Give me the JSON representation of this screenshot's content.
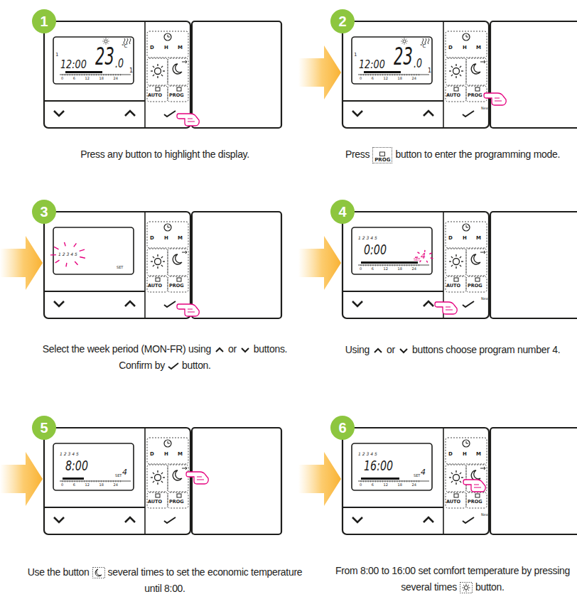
{
  "diagram": {
    "nodes": [
      {
        "text": [
          "1"
        ]
      },
      {
        "text": [
          "2"
        ]
      },
      {
        "text": [
          "3"
        ]
      },
      {
        "text": [
          "4"
        ]
      },
      {
        "text": [
          "5"
        ]
      },
      {
        "text": [
          "6"
        ]
      }
    ],
    "labels": [
      "1",
      "12:00",
      "23",
      ".0",
      "°C",
      "1",
      "0 6 12 18 24",
      "D",
      "H",
      "M",
      "AUTO",
      "PROG",
      "Press any button to highlight the display.",
      "1",
      "12:00",
      "23",
      ".0",
      "°C",
      "1",
      "0 6 12 18 24",
      "D",
      "H",
      "M",
      "AUTO",
      "PROG",
      "Next",
      "Press",
      "PROG",
      "button to enter the programming mode.",
      "1 2 3 4 5",
      "SET",
      "D",
      "H",
      "M",
      "AUTO",
      "PROG",
      "Select the week period (MON-FR) using",
      "or",
      "buttons.",
      "Confirm by",
      "button.",
      "1 2 3 4 5",
      "0:00",
      "SET",
      "4",
      "0 6 12 18 24",
      "D",
      "H",
      "M",
      "AUTO",
      "PROG",
      "Next",
      "Using",
      "or",
      "buttons choose program number 4.",
      "1 2 3 4 5",
      "8:00",
      "SET",
      "4",
      "0 6 12 18 24",
      "D",
      "H",
      "M",
      "AUTO",
      "PROG",
      "Use the button",
      "several times to set the economic temperature until 8:00.",
      "1 2 3 4 5",
      "16:00",
      "SET",
      "4",
      "0 6 12 18 24",
      "D",
      "H",
      "M",
      "AUTO",
      "PROG",
      "Next",
      "From 8:00 to 16:00 set comfort temperature by pressing several times",
      "button."
    ]
  }
}
